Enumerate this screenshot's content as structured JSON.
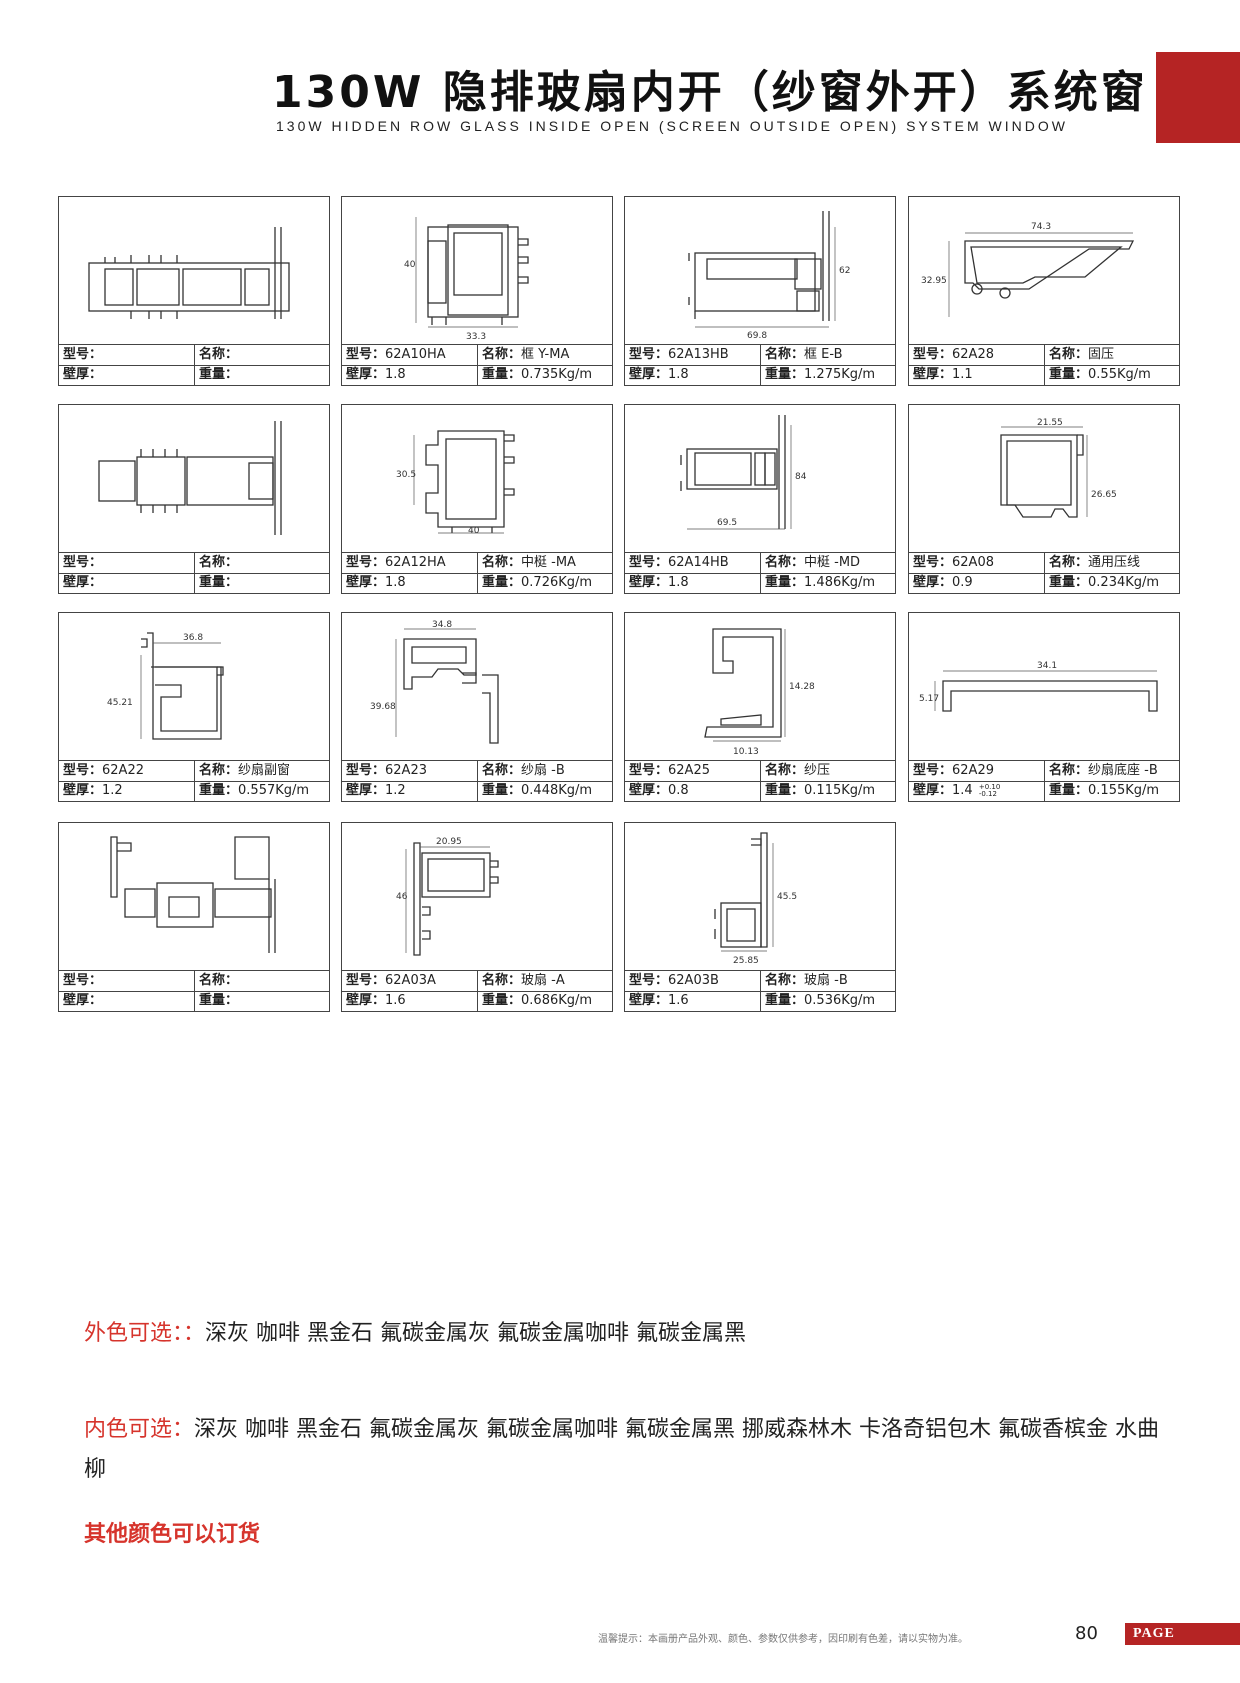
{
  "header": {
    "title_zh": "130W 隐排玻扇内开（纱窗外开）系统窗",
    "title_en": "130W HIDDEN ROW GLASS INSIDE OPEN (SCREEN OUTSIDE OPEN) SYSTEM WINDOW"
  },
  "labels": {
    "model": "型号：",
    "name": "名称：",
    "thickness": "壁厚：",
    "weight": "重量："
  },
  "profiles": [
    {
      "model": "",
      "name": "",
      "thickness": "",
      "weight": "",
      "dims": []
    },
    {
      "model": "62A10HA",
      "name": "框 Y-MA",
      "thickness": "1.8",
      "weight": "0.735Kg/m",
      "dims": [
        "40",
        "33.3"
      ]
    },
    {
      "model": "62A13HB",
      "name": "框 E-B",
      "thickness": "1.8",
      "weight": "1.275Kg/m",
      "dims": [
        "62",
        "69.8"
      ]
    },
    {
      "model": "62A28",
      "name": "固压",
      "thickness": "1.1",
      "weight": "0.55Kg/m",
      "dims": [
        "74.3",
        "32.95"
      ]
    },
    {
      "model": "",
      "name": "",
      "thickness": "",
      "weight": "",
      "dims": []
    },
    {
      "model": "62A12HA",
      "name": "中梃 -MA",
      "thickness": "1.8",
      "weight": "0.726Kg/m",
      "dims": [
        "30.5",
        "40"
      ]
    },
    {
      "model": "62A14HB",
      "name": "中梃 -MD",
      "thickness": "1.8",
      "weight": "1.486Kg/m",
      "dims": [
        "84",
        "69.5"
      ]
    },
    {
      "model": "62A08",
      "name": "通用压线",
      "thickness": "0.9",
      "weight": "0.234Kg/m",
      "dims": [
        "21.55",
        "26.65"
      ]
    },
    {
      "model": "62A22",
      "name": "纱扇副窗",
      "thickness": "1.2",
      "weight": "0.557Kg/m",
      "dims": [
        "36.8",
        "45.21"
      ]
    },
    {
      "model": "62A23",
      "name": "纱扇 -B",
      "thickness": "1.2",
      "weight": "0.448Kg/m",
      "dims": [
        "34.8",
        "39.68"
      ]
    },
    {
      "model": "62A25",
      "name": "纱压",
      "thickness": "0.8",
      "weight": "0.115Kg/m",
      "dims": [
        "14.28",
        "10.13"
      ]
    },
    {
      "model": "62A29",
      "name": "纱扇底座 -B",
      "thickness": "1.4",
      "weight": "0.155Kg/m",
      "dims": [
        "34.1",
        "5.17"
      ],
      "tolerance_plus": "+0.10",
      "tolerance_minus": "-0.12"
    },
    {
      "model": "",
      "name": "",
      "thickness": "",
      "weight": "",
      "dims": []
    },
    {
      "model": "62A03A",
      "name": "玻扇 -A",
      "thickness": "1.6",
      "weight": "0.686Kg/m",
      "dims": [
        "20.95",
        "46"
      ]
    },
    {
      "model": "62A03B",
      "name": "玻扇 -B",
      "thickness": "1.6",
      "weight": "0.536Kg/m",
      "dims": [
        "45.5",
        "25.85"
      ]
    }
  ],
  "colors": {
    "outer_label": "外色可选：：",
    "outer_values": "深灰 咖啡 黑金石 氟碳金属灰 氟碳金属咖啡 氟碳金属黑",
    "inner_label": "内色可选：",
    "inner_values": "深灰 咖啡 黑金石 氟碳金属灰 氟碳金属咖啡 氟碳金属黑 挪威森林木 卡洛奇铝包木 氟碳香槟金 水曲柳",
    "other_note": "其他颜色可以订货"
  },
  "footer": {
    "tip": "温馨提示：本画册产品外观、颜色、参数仅供参考，因印刷有色差，请以实物为准。",
    "page_number": "80",
    "page_label": "PAGE"
  },
  "theme": {
    "accent": "#b52424",
    "highlight": "#d6342c"
  }
}
